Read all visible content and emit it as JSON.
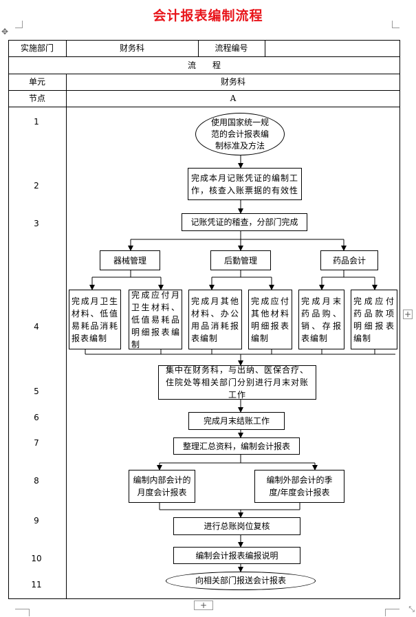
{
  "title": "会计报表编制流程",
  "header": {
    "dept_label": "实施部门",
    "dept_value": "财务科",
    "code_label": "流程编号",
    "code_value": "",
    "flow_label": "流　　程",
    "unit_label": "单元",
    "unit_value": "财务科",
    "node_label": "节点",
    "node_value": "A"
  },
  "row_numbers": [
    "1",
    "2",
    "3",
    "4",
    "5",
    "6",
    "7",
    "8",
    "9",
    "10",
    "11"
  ],
  "steps": {
    "s1": "使用国家统一规范的会计报表编制标准及方法",
    "s2": "完成本月记账凭证的编制工作，核查入账票据的有效性",
    "s3": "记账凭证的稽查，分部门完成",
    "dept_a": "器械管理",
    "dept_b": "后勤管理",
    "dept_c": "药品会计",
    "s4a": "完成月卫生材料、低值易耗品消耗报表编制",
    "s4b": "完成应付月卫生材料、低值易耗品明细报表编制",
    "s4c": "完成月其他材料、办公用品消耗报表编制",
    "s4d": "完成应付其他材料明细报表编制",
    "s4e": "完成月末药品购、销、存报表编制",
    "s4f": "完成应付药品款项明细报表编制",
    "s5": "集中在财务科，与出纳、医保合疗、住院处等相关部门分别进行月末对账工作",
    "s6": "完成月末结账工作",
    "s7": "整理汇总资料，编制会计报表",
    "s8a": "编制内部会计的月度会计报表",
    "s8b": "编制外部会计的季度/年度会计报表",
    "s9": "进行总账岗位复核",
    "s10": "编制会计报表编报说明",
    "s11": "向相关部门报送会计报表"
  },
  "controls": {
    "add_row": "+",
    "add_col": "+",
    "move_handle": "✥",
    "resize": "⤡"
  },
  "colors": {
    "title": "#e8141a",
    "line": "#000000"
  }
}
